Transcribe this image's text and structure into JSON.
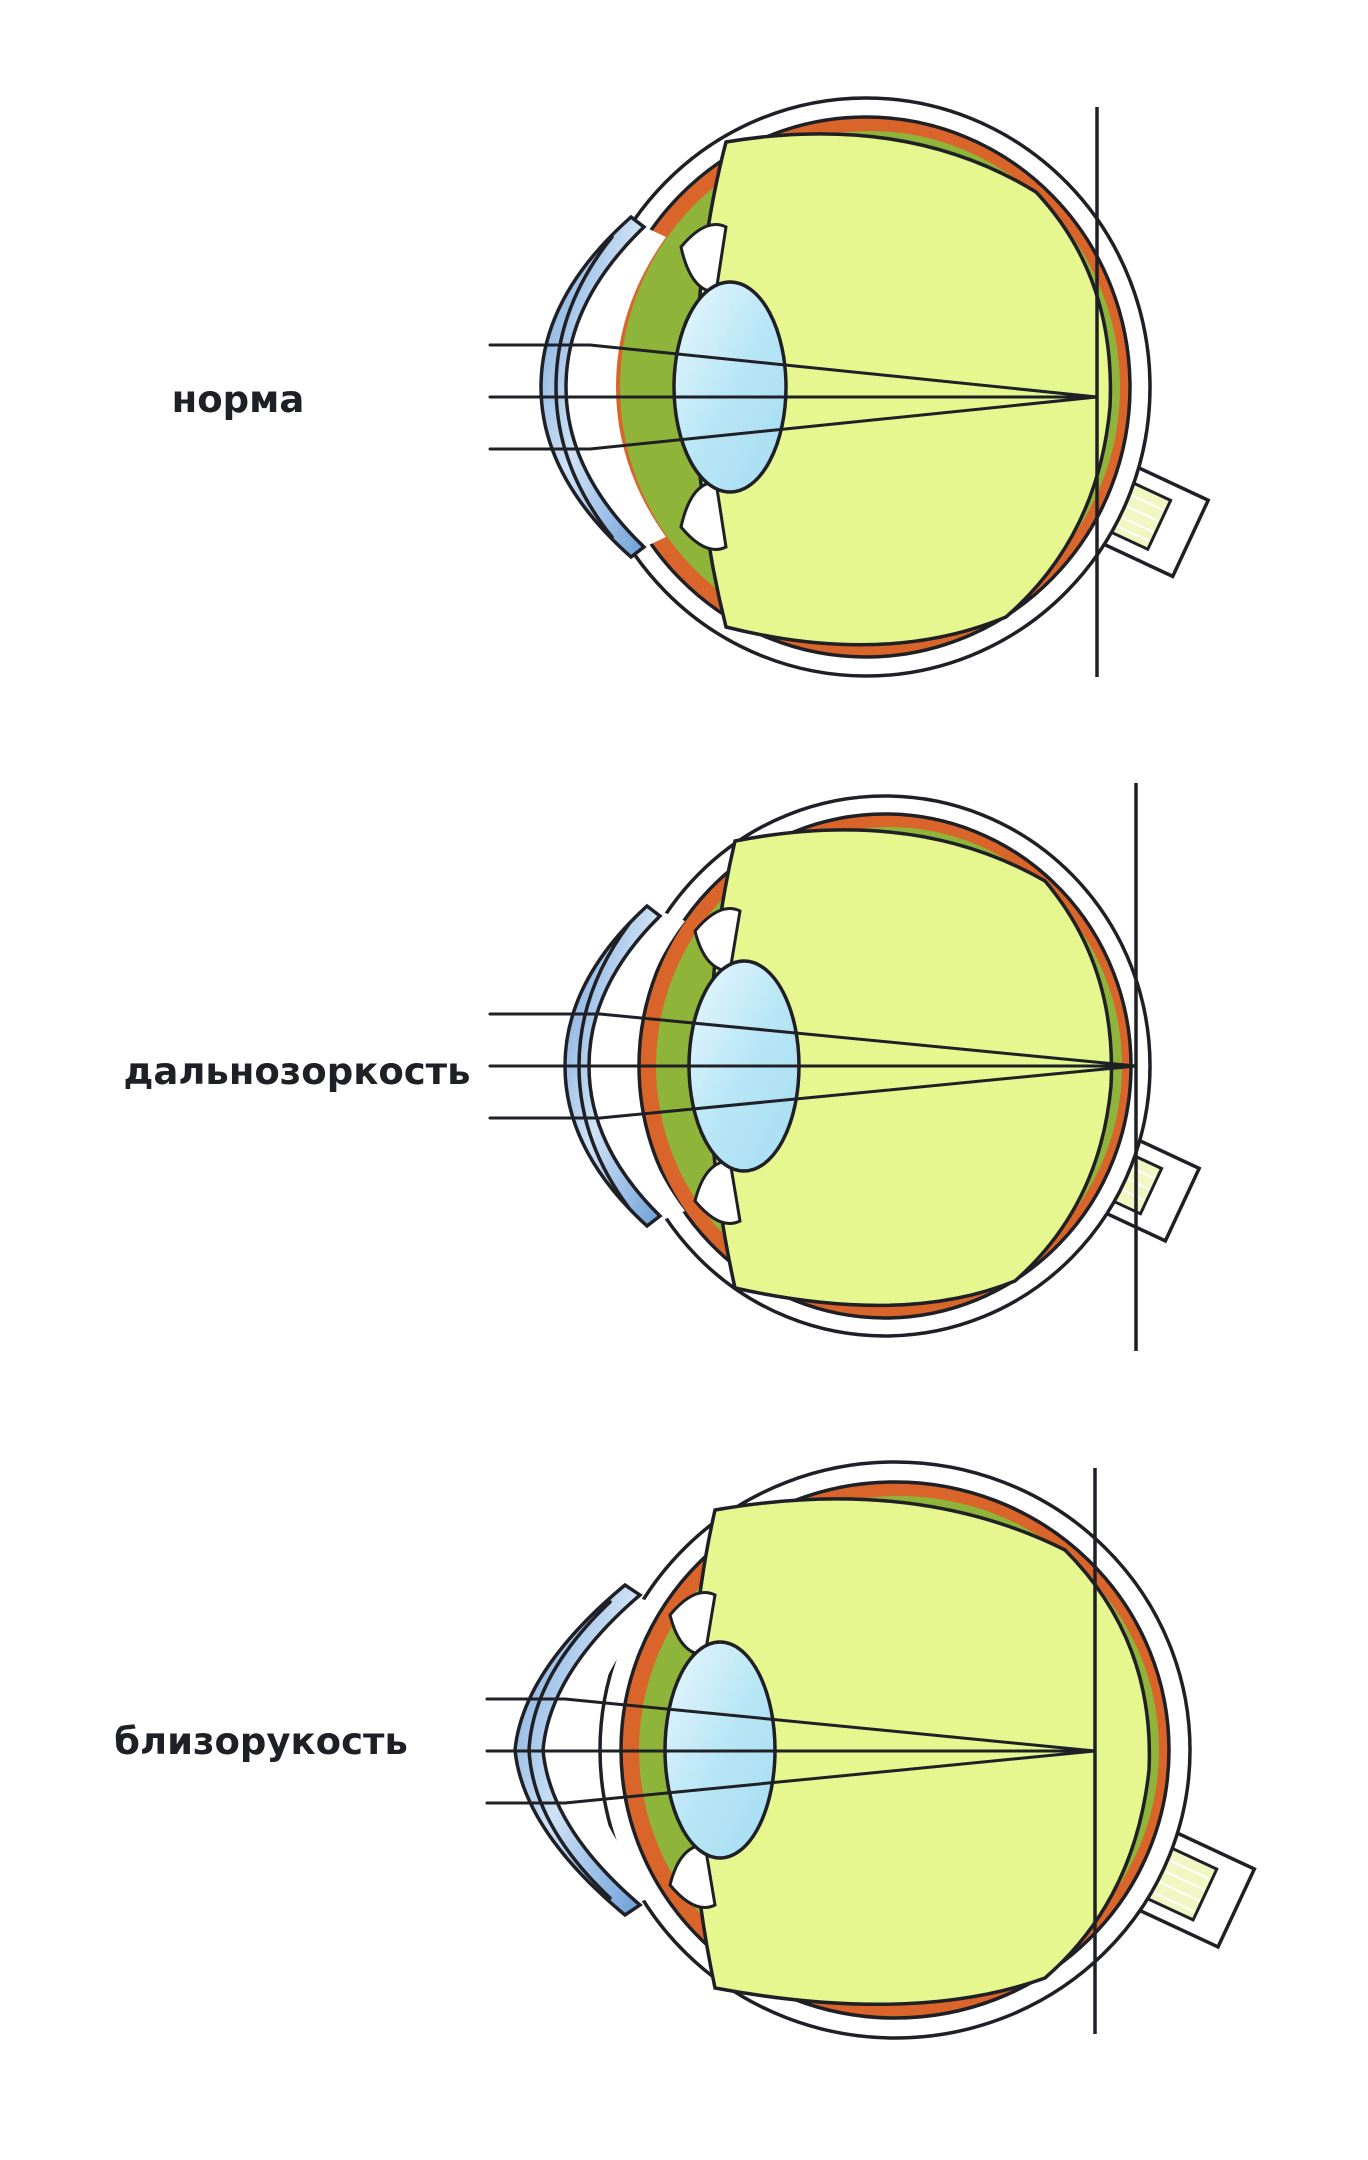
{
  "diagram": {
    "panels": [
      {
        "id": "normal",
        "label": "норма",
        "condition": "focus-on-retina"
      },
      {
        "id": "hyperopia",
        "label": "дальнозоркость",
        "condition": "focus-behind-retina"
      },
      {
        "id": "myopia",
        "label": "близорукость",
        "condition": "focus-in-front-of-retina"
      }
    ],
    "colors": {
      "outline": "#1f2026",
      "sclera": "#ffffff",
      "choroid": "#d9652b",
      "retina": "#8fb43a",
      "vitreous": "#e6f78f",
      "lens": "#b9e6f6",
      "cornea": "#7aa9dd",
      "optic_nerve": "#f1f7c3"
    }
  }
}
